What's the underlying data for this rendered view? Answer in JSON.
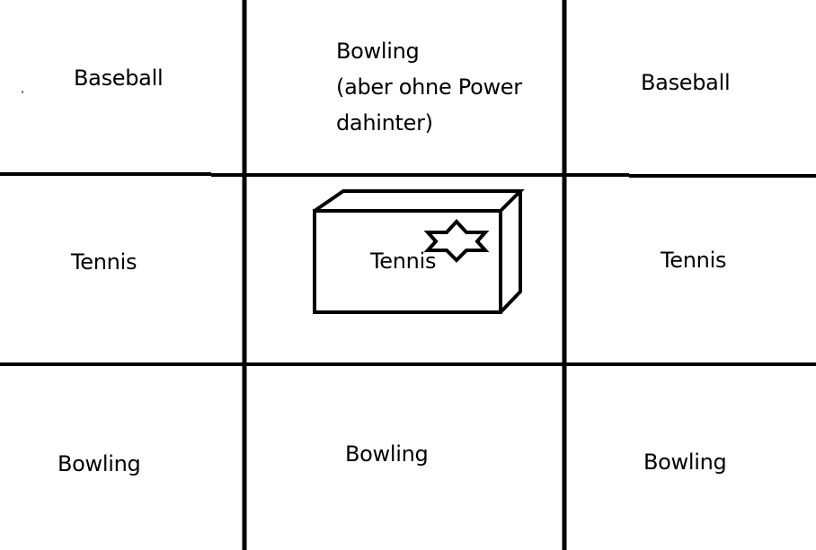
{
  "grid": {
    "cells": [
      {
        "id": "r1c1",
        "label": "Baseball"
      },
      {
        "id": "r1c2",
        "label": "Bowling\n(aber ohne Power\ndahinter)"
      },
      {
        "id": "r1c3",
        "label": "Baseball"
      },
      {
        "id": "r2c1",
        "label": "Tennis"
      },
      {
        "id": "r2c2",
        "label": "Tennis"
      },
      {
        "id": "r2c3",
        "label": "Tennis"
      },
      {
        "id": "r3c1",
        "label": "Bowling"
      },
      {
        "id": "r3c2",
        "label": "Bowling"
      },
      {
        "id": "r3c3",
        "label": "Bowling"
      }
    ]
  },
  "center_object": {
    "shape": "box-3d",
    "icon": "star-icon",
    "label": "Tennis"
  },
  "colors": {
    "line": "#000000",
    "background": "#ffffff",
    "text": "#000000"
  }
}
